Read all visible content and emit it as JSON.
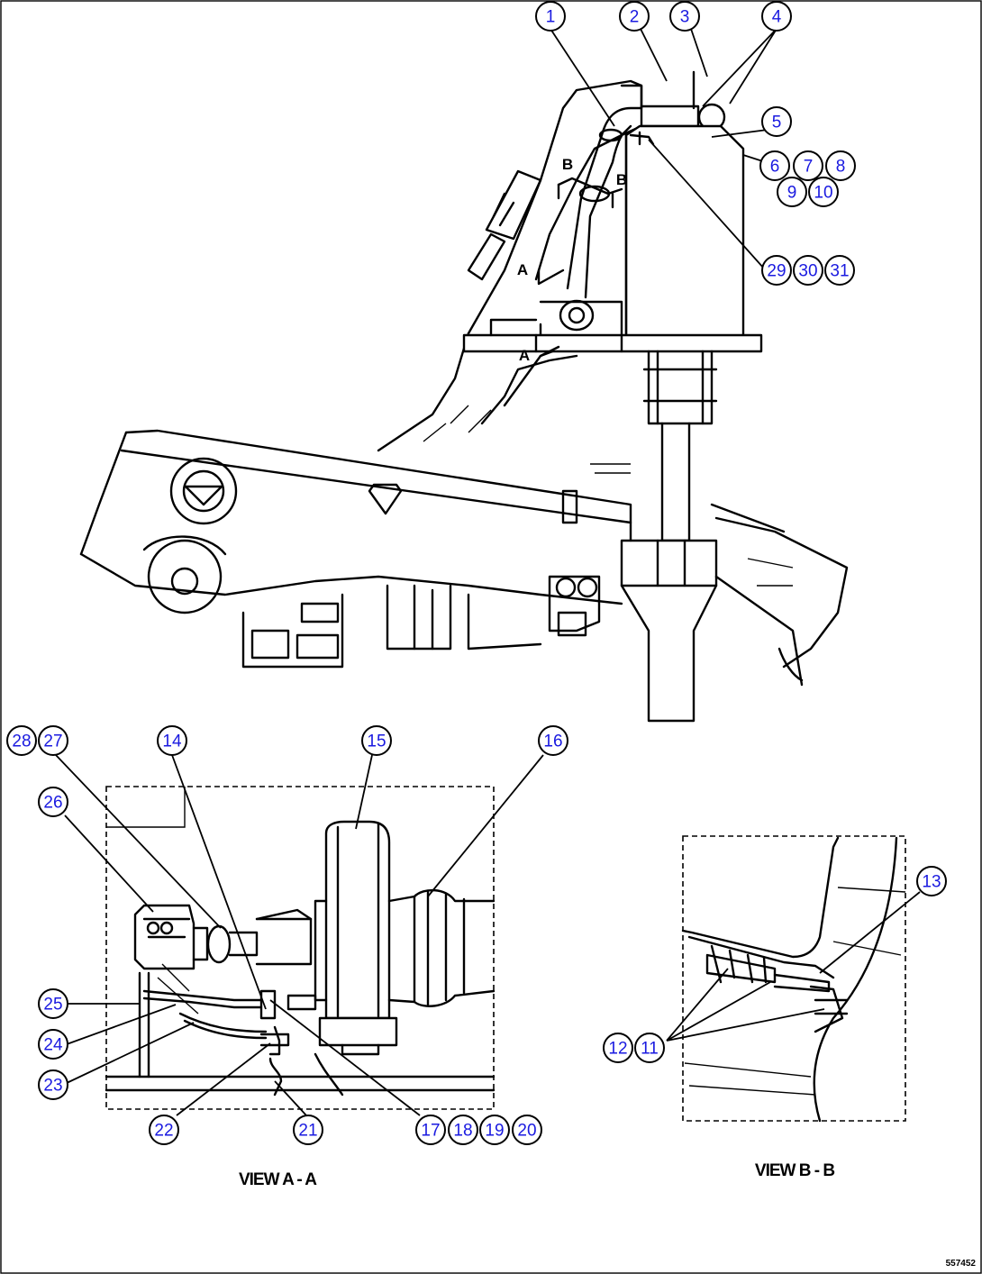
{
  "callouts": [
    {
      "id": "c1",
      "label": "1"
    },
    {
      "id": "c2",
      "label": "2"
    },
    {
      "id": "c3",
      "label": "3"
    },
    {
      "id": "c4",
      "label": "4"
    },
    {
      "id": "c5",
      "label": "5"
    },
    {
      "id": "c6",
      "label": "6"
    },
    {
      "id": "c7",
      "label": "7"
    },
    {
      "id": "c8",
      "label": "8"
    },
    {
      "id": "c9",
      "label": "9"
    },
    {
      "id": "c10",
      "label": "10"
    },
    {
      "id": "c29",
      "label": "29"
    },
    {
      "id": "c30",
      "label": "30"
    },
    {
      "id": "c31",
      "label": "31"
    },
    {
      "id": "c28",
      "label": "28"
    },
    {
      "id": "c27",
      "label": "27"
    },
    {
      "id": "c14",
      "label": "14"
    },
    {
      "id": "c15",
      "label": "15"
    },
    {
      "id": "c16",
      "label": "16"
    },
    {
      "id": "c26",
      "label": "26"
    },
    {
      "id": "c25",
      "label": "25"
    },
    {
      "id": "c24",
      "label": "24"
    },
    {
      "id": "c23",
      "label": "23"
    },
    {
      "id": "c22",
      "label": "22"
    },
    {
      "id": "c21",
      "label": "21"
    },
    {
      "id": "c17",
      "label": "17"
    },
    {
      "id": "c18",
      "label": "18"
    },
    {
      "id": "c19",
      "label": "19"
    },
    {
      "id": "c20",
      "label": "20"
    },
    {
      "id": "c13",
      "label": "13"
    },
    {
      "id": "c12",
      "label": "12"
    },
    {
      "id": "c11",
      "label": "11"
    }
  ],
  "section_marks": [
    {
      "id": "b-left",
      "label": "B"
    },
    {
      "id": "b-right",
      "label": "B"
    },
    {
      "id": "a-top",
      "label": "A"
    },
    {
      "id": "a-bottom",
      "label": "A"
    }
  ],
  "view_labels": {
    "view_a": "VIEW A - A",
    "view_b": "VIEW B - B"
  },
  "drawing_code": "557452"
}
